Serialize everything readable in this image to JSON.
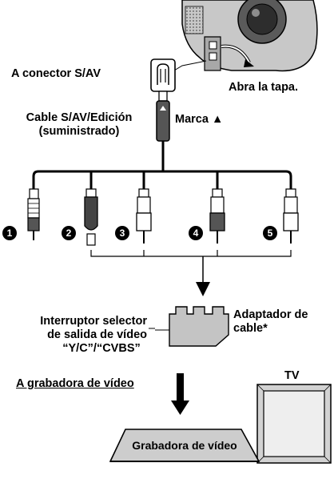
{
  "labels": {
    "connector": "A conector S/AV",
    "open_lid": "Abra la tapa.",
    "cable_line1": "Cable S/AV/Edición",
    "cable_line2": "(suministrado)",
    "mark": "Marca ▲",
    "switch_line1": "Interruptor selector",
    "switch_line2": "de salida de vídeo",
    "switch_line3": "“Y/C”/“CVBS”",
    "adapter_line1": "Adaptador de",
    "adapter_line2": "cable*",
    "to_vcr": "A grabadora de vídeo",
    "tv": "TV",
    "vcr": "Grabadora de vídeo"
  },
  "plug_numbers": [
    "1",
    "2",
    "3",
    "4",
    "5"
  ],
  "colors": {
    "ink": "#000000",
    "camera_fill": "#c8c8c8",
    "adapter_fill": "#c4c4c4",
    "vcr_fill": "#cdcdcd",
    "tv_frame": "#d2d2d2",
    "tv_screen": "#eeeeee",
    "dark_plug": "#555555"
  }
}
